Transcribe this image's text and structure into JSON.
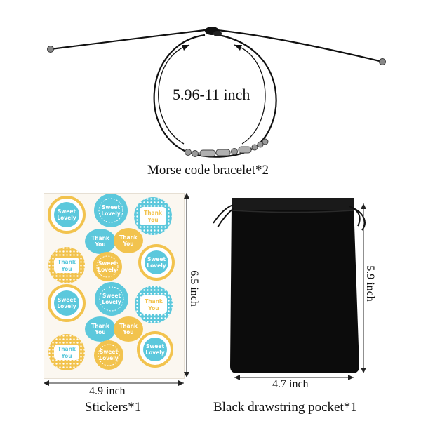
{
  "bracelet": {
    "size_label": "5.96-11 inch",
    "caption": "Morse code bracelet*2"
  },
  "stickers": {
    "height_label": "6.5 inch",
    "width_label": "4.9 inch",
    "caption": "Stickers*1",
    "sticker_texts": {
      "sweet_lovely": [
        "Sweet",
        "Lovely"
      ],
      "thank_you": [
        "Thank",
        "You"
      ]
    },
    "colors": {
      "blue": "#5cc8dc",
      "yellow": "#f2c34e",
      "sheet": "#fbf7f0"
    }
  },
  "pocket": {
    "height_label": "5.9 inch",
    "width_label": "4.7 inch",
    "caption": "Black drawstring pocket*1",
    "color": "#0c0c0c"
  }
}
